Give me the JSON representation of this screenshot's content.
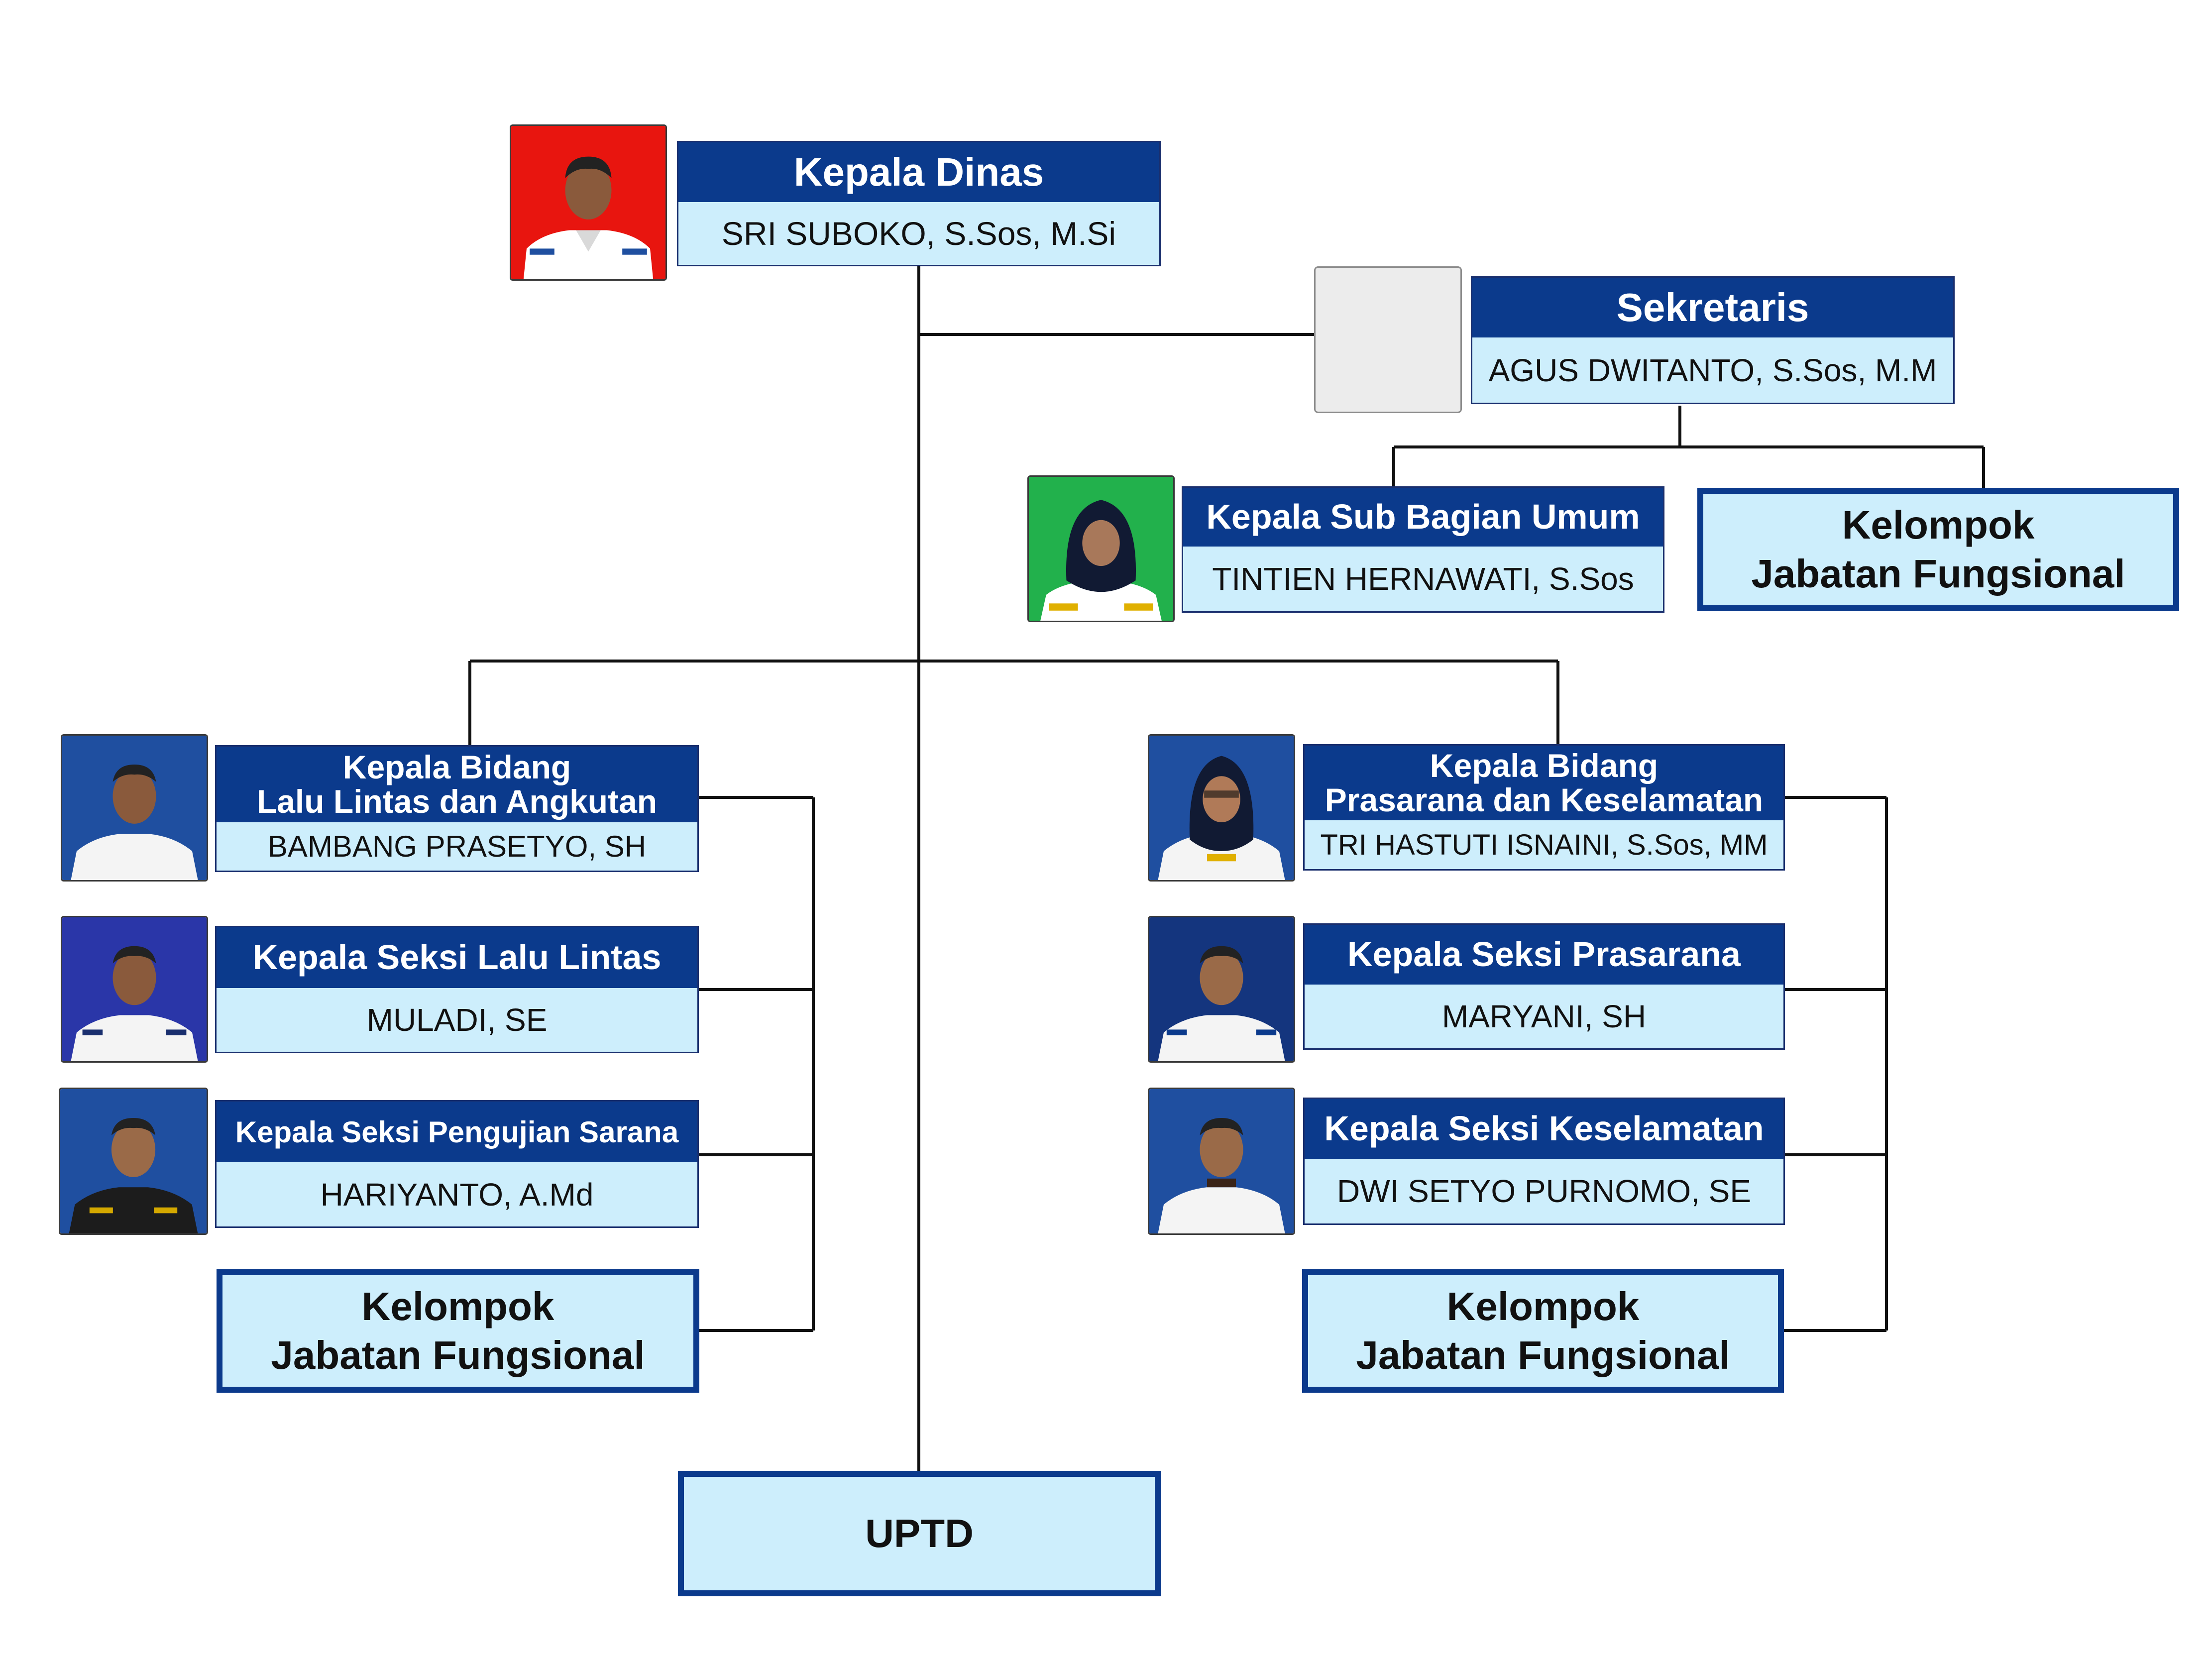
{
  "kepala_dinas": {
    "title": "Kepala Dinas",
    "name": "SRI SUBOKO, S.Sos, M.Si",
    "photo_bg": "#e8150f"
  },
  "sekretaris": {
    "title": "Sekretaris",
    "name": "AGUS DWITANTO, S.Sos, M.M"
  },
  "kasubag_umum": {
    "title": "Kepala Sub Bagian Umum",
    "name": "TINTIEN HERNAWATI, S.Sos",
    "photo_bg": "#22b14c"
  },
  "fungsional_sekretariat": {
    "line1": "Kelompok",
    "line2": "Jabatan Fungsional"
  },
  "bidang_llaj": {
    "title_line1": "Kepala Bidang",
    "title_line2": "Lalu Lintas dan Angkutan",
    "name": "BAMBANG PRASETYO, SH",
    "seksi": [
      {
        "title": "Kepala Seksi Lalu Lintas",
        "name": "MULADI, SE"
      },
      {
        "title": "Kepala Seksi Pengujian Sarana",
        "name": "HARIYANTO, A.Md"
      }
    ],
    "fungsional": {
      "line1": "Kelompok",
      "line2": "Jabatan Fungsional"
    }
  },
  "bidang_prasarana": {
    "title_line1": "Kepala Bidang",
    "title_line2": "Prasarana dan Keselamatan",
    "name": "TRI HASTUTI ISNAINI, S.Sos, MM",
    "seksi": [
      {
        "title": "Kepala Seksi Prasarana",
        "name": "MARYANI, SH"
      },
      {
        "title": "Kepala Seksi Keselamatan",
        "name": "DWI SETYO PURNOMO, SE"
      }
    ],
    "fungsional": {
      "line1": "Kelompok",
      "line2": "Jabatan Fungsional"
    }
  },
  "uptd": {
    "label": "UPTD"
  },
  "colors": {
    "header": "#0b3a8c",
    "body": "#cdeefc",
    "line": "#111111",
    "photo_blue": "#1f4fa0"
  }
}
